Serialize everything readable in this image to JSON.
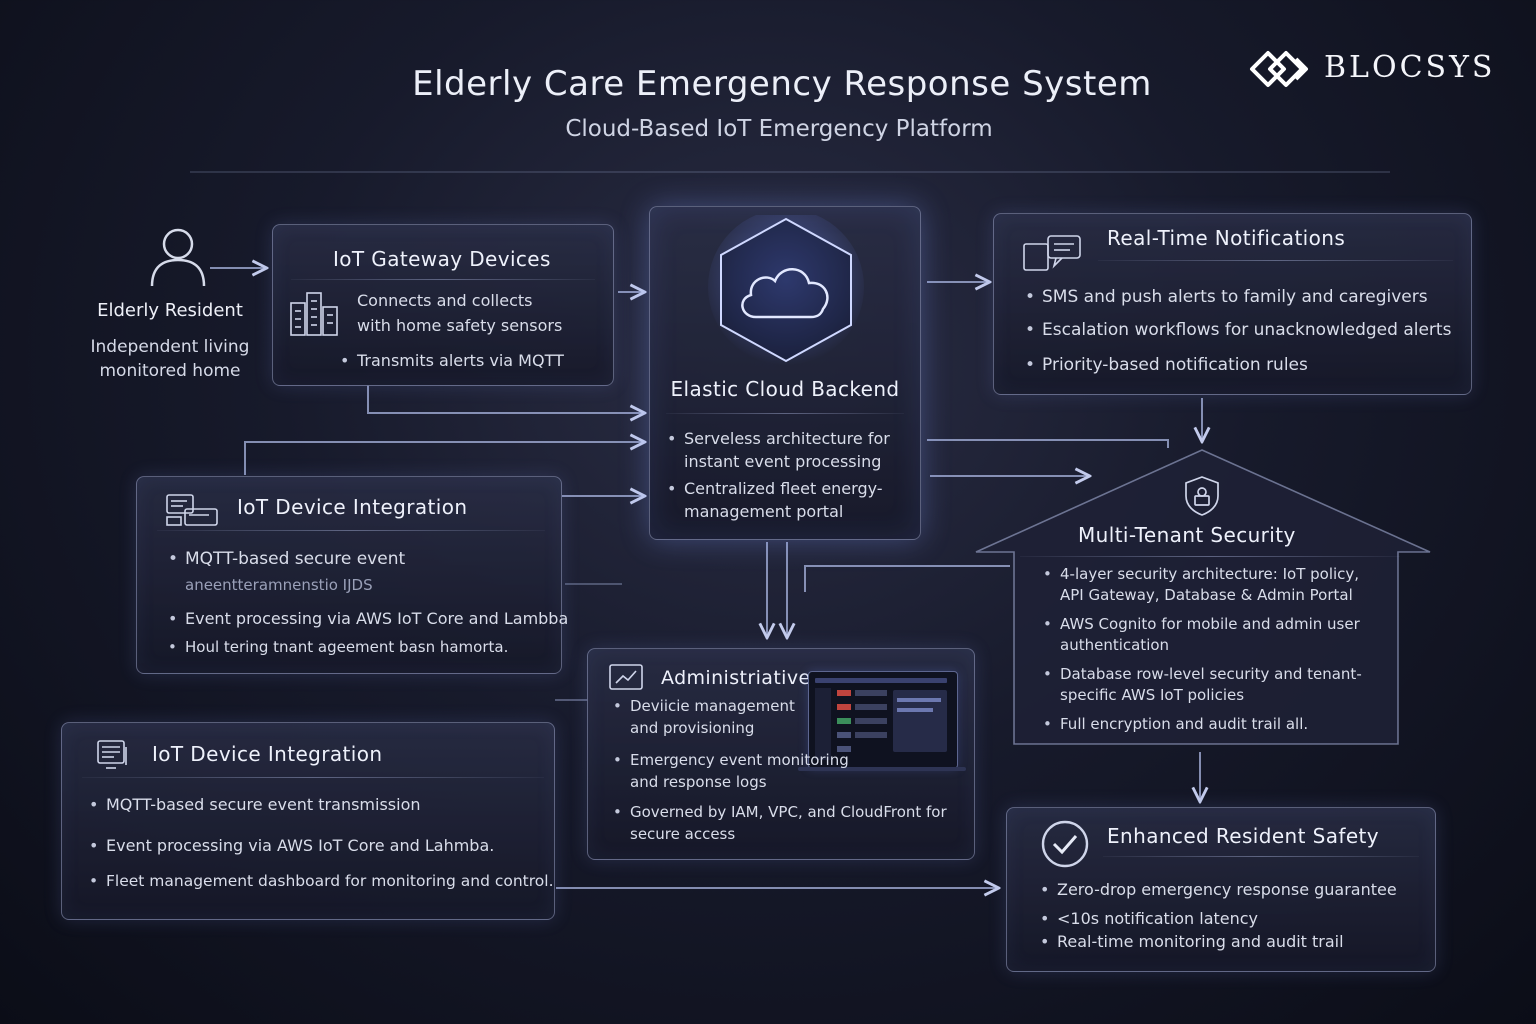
{
  "header": {
    "title": "Elderly Care Emergency Response System",
    "subtitle": "Cloud-Based IoT Emergency Platform",
    "brand": "BLOCSYS"
  },
  "resident": {
    "label": "Elderly Resident",
    "desc_line1": "Independent living",
    "desc_line2": "monitored home",
    "icon": "person-icon"
  },
  "gateway": {
    "title": "IoT Gateway Devices",
    "line1": "Connects and collects",
    "line2": "with home safety sensors",
    "bullet": "Transmits alerts via MQTT",
    "icon": "building-icon"
  },
  "cloud": {
    "title": "Elastic Cloud Backend",
    "bullets": [
      "Serveless architecture for instant event processing",
      "Centralized fleet energy-management portal"
    ],
    "icon": "cloud-icon"
  },
  "notifications": {
    "title": "Real-Time Notifications",
    "bullets": [
      "SMS and push alerts to family and caregivers",
      "Escalation workflows for unacknowledged alerts",
      "Priority-based notification rules"
    ],
    "icon": "message-icon"
  },
  "integration_upper": {
    "title": "IoT Device Integration",
    "bullets": [
      "MQTT-based secure event",
      "Event processing via AWS IoT Core and Lambba",
      "Houl tering tnant ageement basn hamorta."
    ],
    "garbled": "aneentteramnenstio IJDS",
    "icon": "devices-icon"
  },
  "security": {
    "title": "Multi-Tenant Security",
    "bullets": [
      "4-layer security architecture: IoT policy, API Gateway, Database & Admin Portal",
      "AWS Cognito for mobile and admin user authentication",
      "Database row-level security and tenant-specific AWS IoT policies",
      "Full encryption and audit trail all."
    ],
    "icon": "shield-lock-icon"
  },
  "admin": {
    "title": "Administriative",
    "bullets": [
      "Deviicie management and provisioning",
      "Emergency event monitoring and response logs",
      "Governed by IAM, VPC, and CloudFront for secure access"
    ],
    "icon": "dashboard-icon"
  },
  "integration_lower": {
    "title": "IoT Device Integration",
    "bullets": [
      "MQTT-based secure event transmission",
      "Event processing via AWS IoT Core and Lahmba.",
      "Fleet management dashboard for monitoring and control."
    ],
    "icon": "monitor-icon"
  },
  "safety": {
    "title": "Enhanced Resident Safety",
    "bullets": [
      "Zero-drop emergency response guarantee",
      "<10s notification latency",
      "Real-time monitoring and audit trail"
    ],
    "icon": "check-circle-icon"
  },
  "colors": {
    "background": "#141726",
    "panel_border": "#aab4dc",
    "text": "#e4e7f2",
    "connector": "#aab6e0"
  }
}
